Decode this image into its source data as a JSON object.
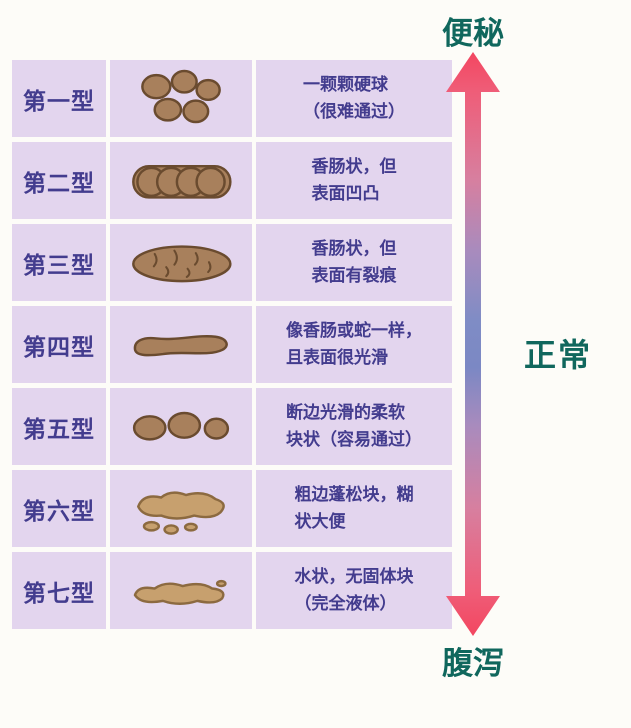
{
  "scale": {
    "top_label": "便秘",
    "middle_label": "正常",
    "bottom_label": "腹泻"
  },
  "rows": [
    {
      "type": "第一型",
      "description": "一颗颗硬球\n（很难通过）"
    },
    {
      "type": "第二型",
      "description": "香肠状，但\n表面凹凸"
    },
    {
      "type": "第三型",
      "description": "香肠状，但\n表面有裂痕"
    },
    {
      "type": "第四型",
      "description": "像香肠或蛇一样，\n且表面很光滑"
    },
    {
      "type": "第五型",
      "description": "断边光滑的柔软\n块状（容易通过）"
    },
    {
      "type": "第六型",
      "description": "粗边蓬松块，糊\n状大便"
    },
    {
      "type": "第七型",
      "description": "水状，无固体块\n（完全液体）"
    }
  ],
  "colors": {
    "row_background": "#e3d5ee",
    "text_primary": "#433c8e",
    "scale_label_color": "#10675d",
    "arrow_end_color": "#f3455f",
    "arrow_middle_color": "#7f8cc5",
    "stool_brown": "#a8805c",
    "stool_outline": "#6a4b2f",
    "stool_light": "#c7a06e"
  }
}
